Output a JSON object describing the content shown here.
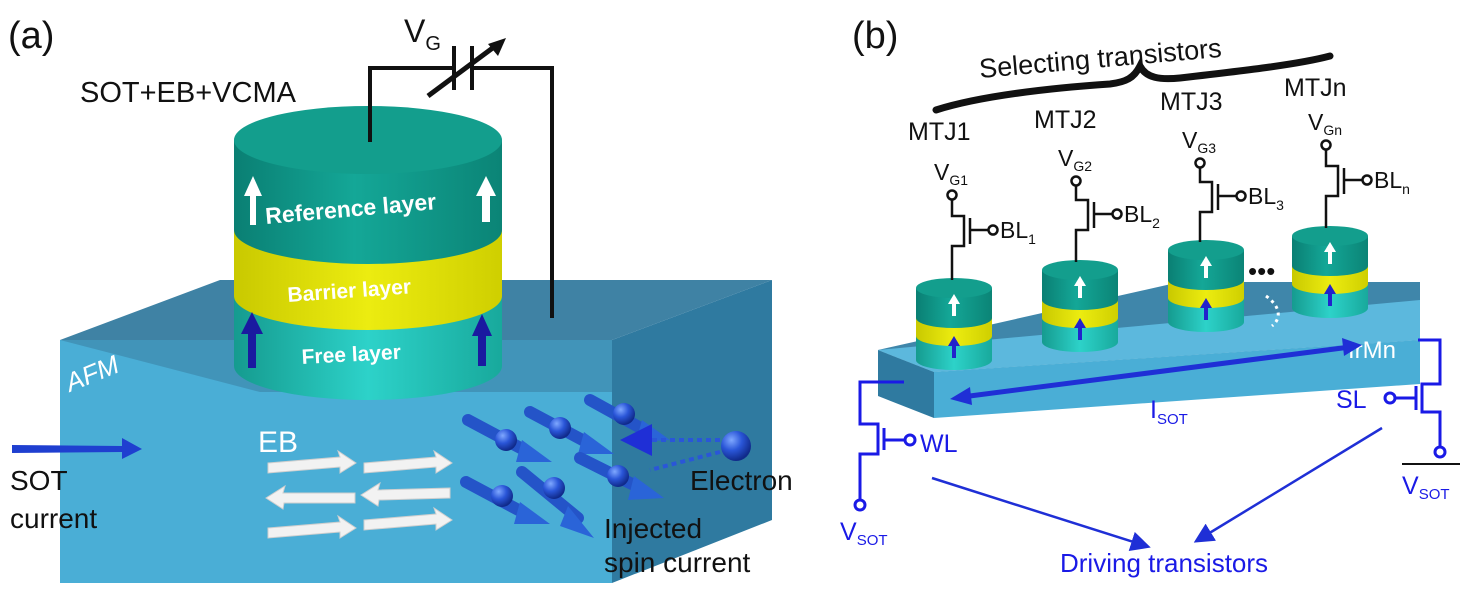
{
  "panel_a": {
    "label": "(a)",
    "title": "SOT+EB+VCMA",
    "vg_main": "V",
    "vg_sub": "G",
    "reference_layer": "Reference layer",
    "barrier_layer": "Barrier layer",
    "free_layer": "Free layer",
    "afm": "AFM",
    "eb": "EB",
    "sot_line1": "SOT",
    "sot_line2": "current",
    "electron": "Electron",
    "injected_line1": "Injected",
    "injected_line2": "spin current"
  },
  "panel_b": {
    "label": "(b)",
    "selecting": "Selecting transistors",
    "mtj": [
      {
        "name": "MTJ1",
        "vg": "V",
        "vg_sub": "G1",
        "bl": "BL",
        "bl_sub": "1"
      },
      {
        "name": "MTJ2",
        "vg": "V",
        "vg_sub": "G2",
        "bl": "BL",
        "bl_sub": "2"
      },
      {
        "name": "MTJ3",
        "vg": "V",
        "vg_sub": "G3",
        "bl": "BL",
        "bl_sub": "3"
      },
      {
        "name": "MTJn",
        "vg": "V",
        "vg_sub": "Gn",
        "bl": "BL",
        "bl_sub": "n"
      }
    ],
    "ellipsis": "•••",
    "irmn": "IrMn",
    "isot_main": "I",
    "isot_sub": "SOT",
    "wl": "WL",
    "sl": "SL",
    "vsot_left_main": "V",
    "vsot_left_sub": "SOT",
    "vsot_right_main": "V",
    "vsot_right_sub": "SOT",
    "driving": "Driving transistors"
  },
  "colors": {
    "teal": "#0f9f8e",
    "teal_light": "#27cfc6",
    "yellow": "#e2e200",
    "slab_top": "#3f8aac",
    "slab_front": "#45aed8",
    "blue_text": "#1a1ae6",
    "arrow_blue": "#1f2fd6"
  }
}
